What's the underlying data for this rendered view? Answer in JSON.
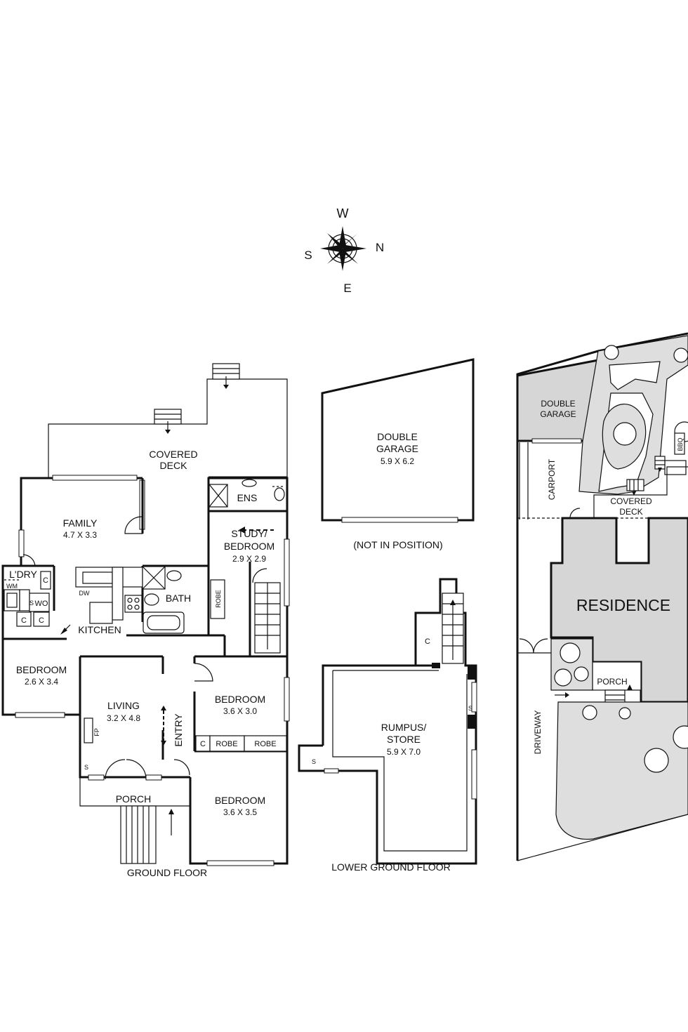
{
  "compass": {
    "w": "W",
    "n": "N",
    "s": "S",
    "e": "E"
  },
  "ground_floor": {
    "title": "GROUND FLOOR",
    "covered_deck": [
      "COVERED",
      "DECK"
    ],
    "family": {
      "name": "FAMILY",
      "size": "4.7 X 3.3"
    },
    "ens": "ENS",
    "study": {
      "name1": "STUDY/",
      "name2": "BEDROOM",
      "size": "2.9 X 2.9"
    },
    "ldry": "L'DRY",
    "wm": "WM",
    "c": "C",
    "s": "S",
    "wo": "WO",
    "dw": "DW",
    "kitchen": "KITCHEN",
    "bath": "BATH",
    "robe": "ROBE",
    "bedroom_west": {
      "name": "BEDROOM",
      "size": "2.6 X 3.4"
    },
    "living": {
      "name": "LIVING",
      "size": "3.2 X 4.8"
    },
    "fp": "FP",
    "entry": "ENTRY",
    "bedroom_mid": {
      "name": "BEDROOM",
      "size": "3.6 X 3.0"
    },
    "bedroom_front": {
      "name": "BEDROOM",
      "size": "3.6 X 3.5"
    },
    "porch": "PORCH"
  },
  "garage_plan": {
    "name1": "DOUBLE",
    "name2": "GARAGE",
    "size": "5.9 X 6.2",
    "note": "(NOT IN POSITION)"
  },
  "lower_ground_floor": {
    "title": "LOWER GROUND FLOOR",
    "rumpus": {
      "name1": "RUMPUS/",
      "name2": "STORE",
      "size": "5.9 X 7.0"
    },
    "c": "C",
    "s": "S"
  },
  "site_plan": {
    "garage1": "DOUBLE",
    "garage2": "GARAGE",
    "carport": "CARPORT",
    "bbq": "BBQ",
    "covered1": "COVERED",
    "covered2": "DECK",
    "residence": "RESIDENCE",
    "porch": "PORCH",
    "driveway": "DRIVEWAY"
  }
}
